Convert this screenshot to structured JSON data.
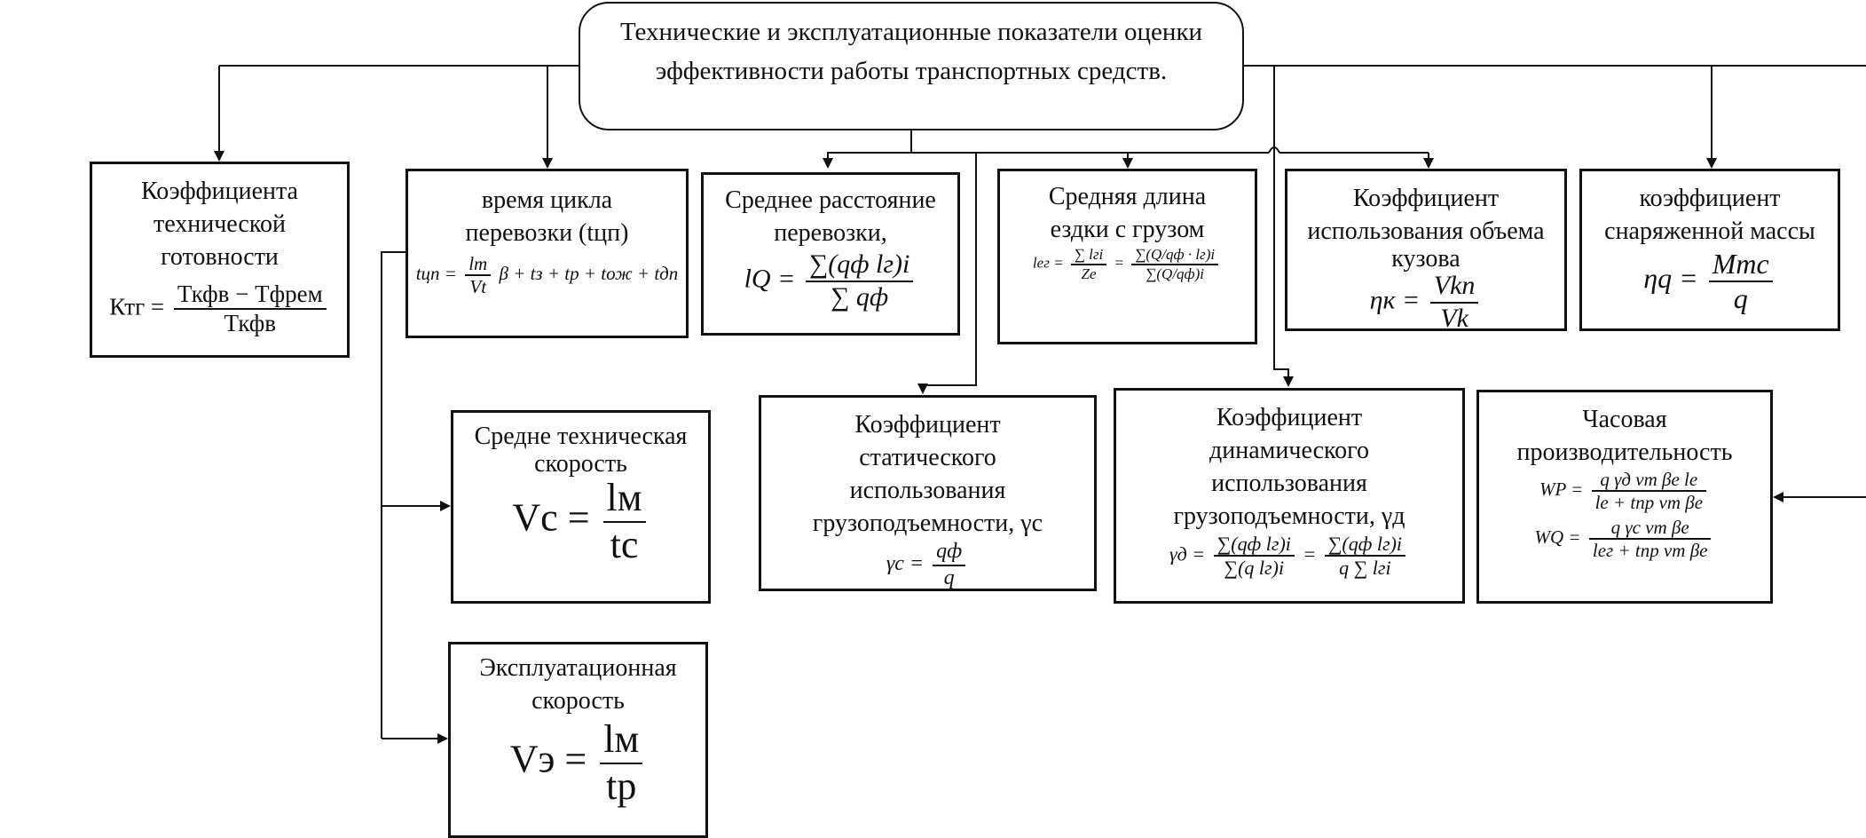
{
  "root": {
    "line1": "Технические и эксплуатационные показатели оценки",
    "line2": "эффективности работы транспортных средств."
  },
  "nodes": {
    "ktg": {
      "title": [
        "Коэффициента",
        "технической",
        "готовности"
      ],
      "lhs": "Кт​г =",
      "num": "Ткфв − Тфрем",
      "den": "Ткфв"
    },
    "tcycle": {
      "title": [
        "время цикла",
        "перевозки (tцп)"
      ],
      "formula_a": "tцп =",
      "num": "lm",
      "den": "Vt",
      "formula_b": "β + tз + tр + tож + tдп"
    },
    "avg_dist": {
      "title": [
        "Среднее расстояние",
        "перевозки,"
      ],
      "lhs": "lQ =",
      "num": "∑(qф lг)i",
      "den": "∑ qф"
    },
    "trip_len": {
      "title": [
        "Средняя длина",
        "ездки с грузом"
      ],
      "lhs": "lег =",
      "num1": "∑ lгi",
      "den1": "Ze",
      "eq": "=",
      "num2": "∑(Q/qф · lг)i",
      "den2": "∑(Q/qф)i"
    },
    "body_vol": {
      "title": [
        "Коэффициент",
        "использования объема",
        "кузова"
      ],
      "lhs": "ηк =",
      "num": "Vkn",
      "den": "Vk"
    },
    "curb_mass": {
      "title": [
        "коэффициент",
        "снаряженной массы"
      ],
      "lhs": "ηq =",
      "num": "Mтс",
      "den": "q"
    },
    "tech_speed": {
      "title": [
        "Средне техническая",
        "скорость"
      ],
      "lhs": "Vс =",
      "num": "lм",
      "den": "tс"
    },
    "oper_speed": {
      "title": [
        "Эксплуатационная",
        "скорость"
      ],
      "lhs": "Vэ =",
      "num": "lм",
      "den": "tр"
    },
    "static_cap": {
      "title": [
        "Коэффициент",
        "статического",
        "использования",
        "грузоподъемности, γс"
      ],
      "lhs": "γс =",
      "num": "qф",
      "den": "q"
    },
    "dyn_cap": {
      "title": [
        "Коэффициент",
        "динамического",
        "использования",
        "грузоподъемности, γд"
      ],
      "lhs": "γд =",
      "num1": "∑(qф lг)i",
      "den1": "∑(q lг)i",
      "eq": "=",
      "num2": "∑(qф lг)i",
      "den2": "q ∑ lгi"
    },
    "hourly": {
      "title": [
        "Часовая",
        "производительность"
      ],
      "lhs1": "WP =",
      "num1": "q γд vт βе le",
      "den1": "le + tпр vт βe",
      "lhs2": "WQ =",
      "num2": "q γc vт βe",
      "den2": "lег + tпр vт βe"
    }
  }
}
